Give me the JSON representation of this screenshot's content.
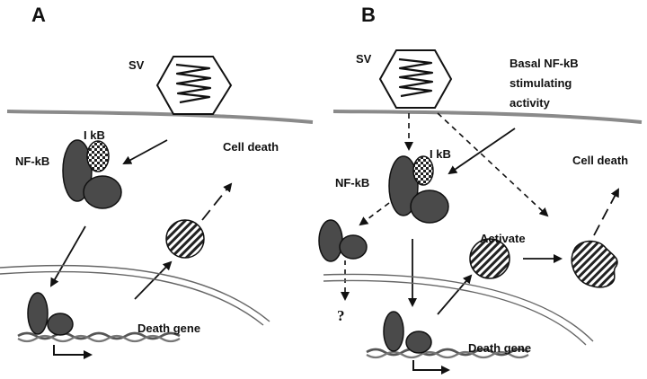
{
  "panel_a": {
    "letter": "A",
    "virus_label": "SV",
    "ikb_label": "I kB",
    "nfkb_label": "NF-kB",
    "cell_death_label": "Cell death",
    "death_gene_label": "Death gene"
  },
  "panel_b": {
    "letter": "B",
    "virus_label": "SV",
    "basal_activity_lines": [
      "Basal NF-kB",
      "stimulating",
      "activity"
    ],
    "ikb_label": "I kB",
    "nfkb_label": "NF-kB",
    "unknown_label": "?",
    "activate_label": "Activate",
    "cell_death_label": "Cell death",
    "death_gene_label": "Death gene"
  },
  "colors": {
    "protein_fill": "#4a4a4a",
    "membrane": "#8a8a8a",
    "stroke": "#111111"
  }
}
